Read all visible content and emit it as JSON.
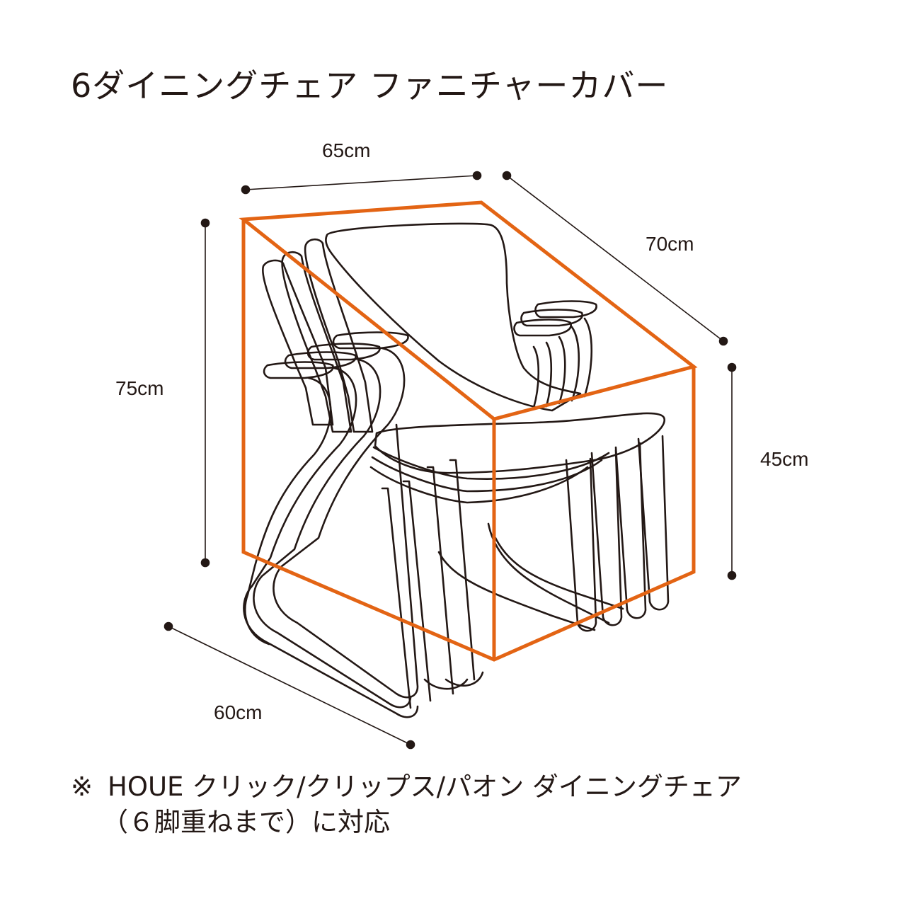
{
  "title": "6ダイニングチェア ファニチャーカバー",
  "dimensions": {
    "width": "65cm",
    "depth_top": "70cm",
    "height": "75cm",
    "seat_height": "45cm",
    "depth_bottom": "60cm"
  },
  "note": {
    "mark": "※",
    "line1": "HOUE クリック/クリップス/パオン ダイニングチェア",
    "line2": "（６脚重ねまで）に対応"
  },
  "colors": {
    "cover_outline": "#e36414",
    "ink": "#231815"
  }
}
